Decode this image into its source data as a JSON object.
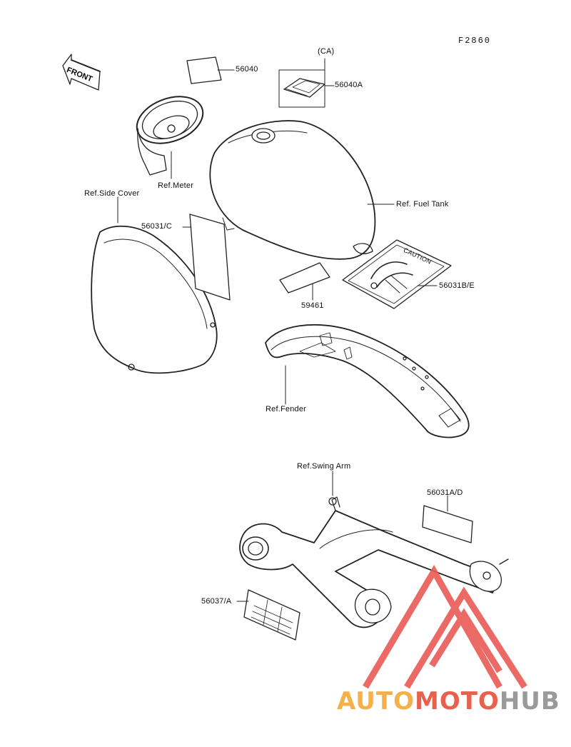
{
  "diagram": {
    "code": "F2860",
    "front_label": "FRONT",
    "group_label": "(CA)",
    "labels": {
      "p56040": "56040",
      "p56040a": "56040A",
      "meter": "Ref.Meter",
      "side_cover": "Ref.Side Cover",
      "p56031c": "56031/C",
      "fuel_tank": "Ref. Fuel Tank",
      "caution": "CAUTION",
      "p56031be": "56031B/E",
      "p59461": "59461",
      "fender": "Ref.Fender",
      "swing_arm": "Ref.Swing Arm",
      "p56031ad": "56031A/D",
      "p56037a": "56037/A"
    }
  },
  "watermark": {
    "part1": "AUTO",
    "part2": "MOTO",
    "part3": "HUB",
    "color1": "#f5b04a",
    "color2": "#e8614f",
    "color3": "#9a9a9a",
    "triangle_color": "#ea5a55"
  }
}
